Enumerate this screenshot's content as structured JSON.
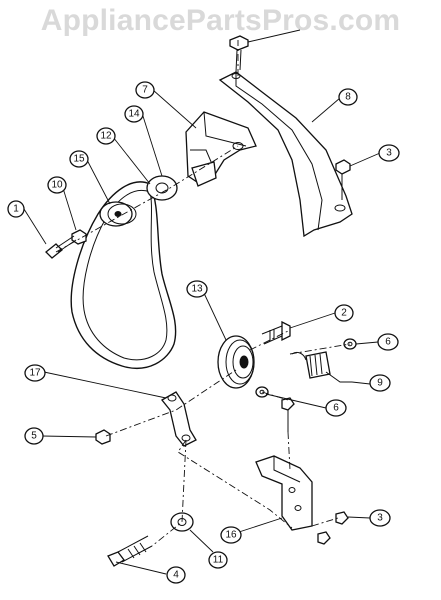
{
  "watermark": "AppliancePartsPros.com",
  "callouts": [
    "1",
    "2",
    "3",
    "3",
    "4",
    "5",
    "6",
    "6",
    "7",
    "8",
    "9",
    "10",
    "11",
    "12",
    "13",
    "14",
    "15",
    "16",
    "17"
  ]
}
